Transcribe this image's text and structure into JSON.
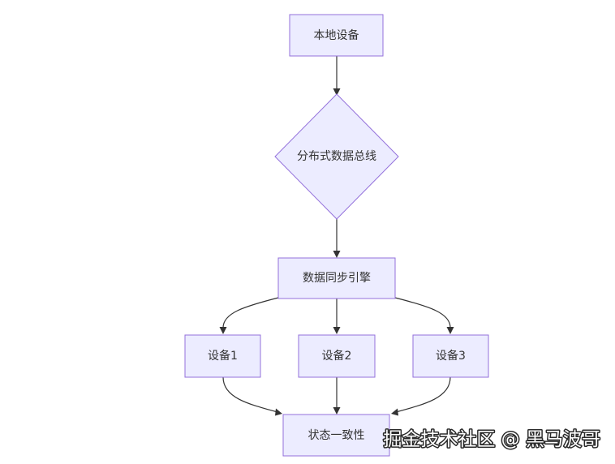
{
  "nodes": {
    "local_device": "本地设备",
    "distributed_bus": "分布式数据总线",
    "sync_engine": "数据同步引擎",
    "device_1": "设备1",
    "device_2": "设备2",
    "device_3": "设备3",
    "consistency": "状态一致性"
  },
  "watermark": "掘金技术社区 @ 黑马波哥",
  "colors": {
    "node_fill": "#ececff",
    "node_stroke": "#9370db",
    "edge": "#333333"
  }
}
